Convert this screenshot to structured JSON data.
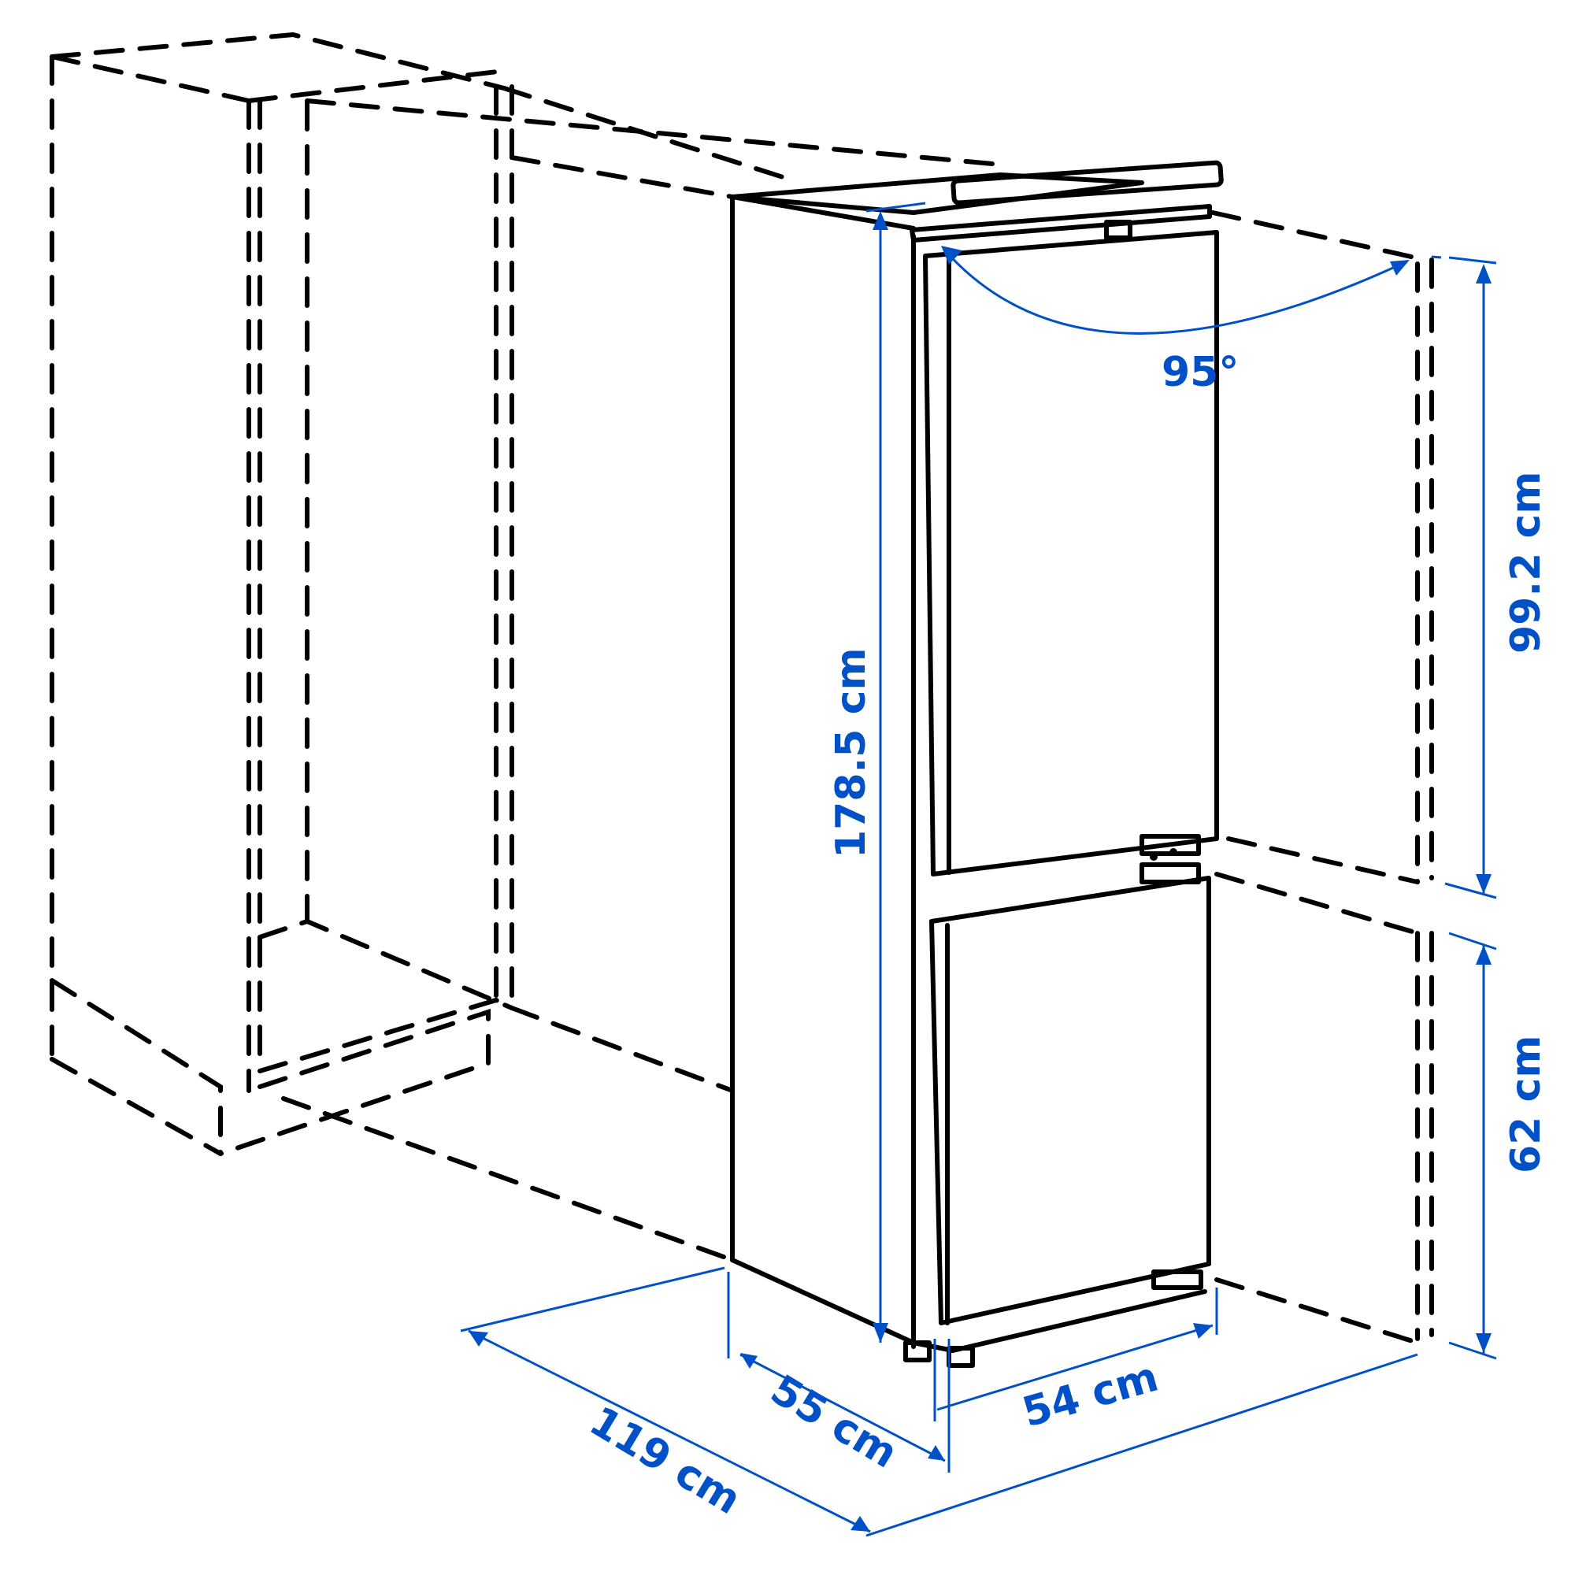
{
  "diagram": {
    "subject": "Built-in fridge-freezer installation dimensions",
    "accent_color": "#0050c8",
    "line_color": "#000000",
    "dimensions": {
      "total_height": "178.5 cm",
      "upper_door_height": "99.2 cm",
      "lower_door_height": "62 cm",
      "depth": "55 cm",
      "width": "54 cm",
      "door_open_depth": "119 cm",
      "door_opening_angle": "95°"
    }
  }
}
